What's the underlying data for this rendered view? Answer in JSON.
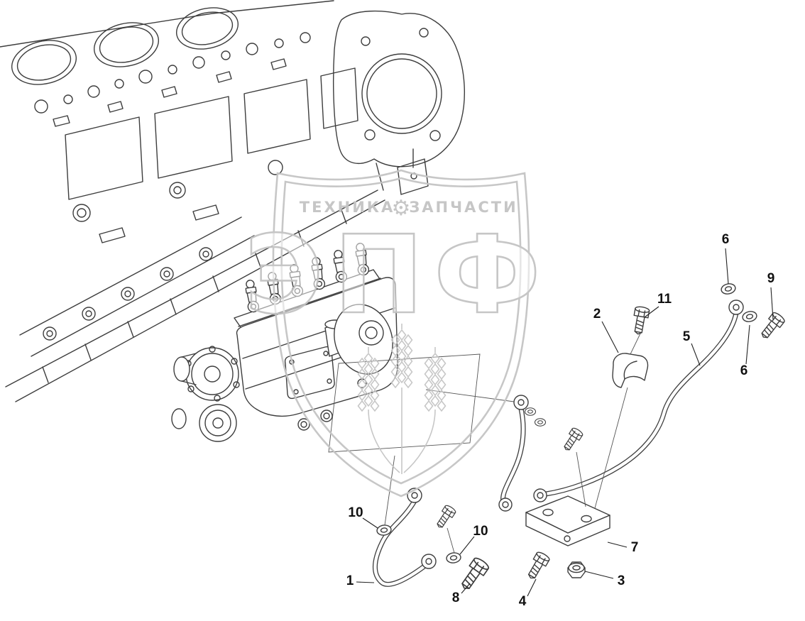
{
  "diagram": {
    "line_color": "#3d3d3d",
    "callouts": [
      "6",
      "9",
      "11",
      "2",
      "5",
      "6",
      "10",
      "10",
      "7",
      "1",
      "8",
      "4",
      "3"
    ]
  },
  "watermark": {
    "tagline_left": "ТЕХНИКА",
    "tagline_right": "ЗАПЧАСТИ",
    "gear_icon": "⚙",
    "brand": "ЭПФ",
    "color": "#c5c5c5"
  }
}
